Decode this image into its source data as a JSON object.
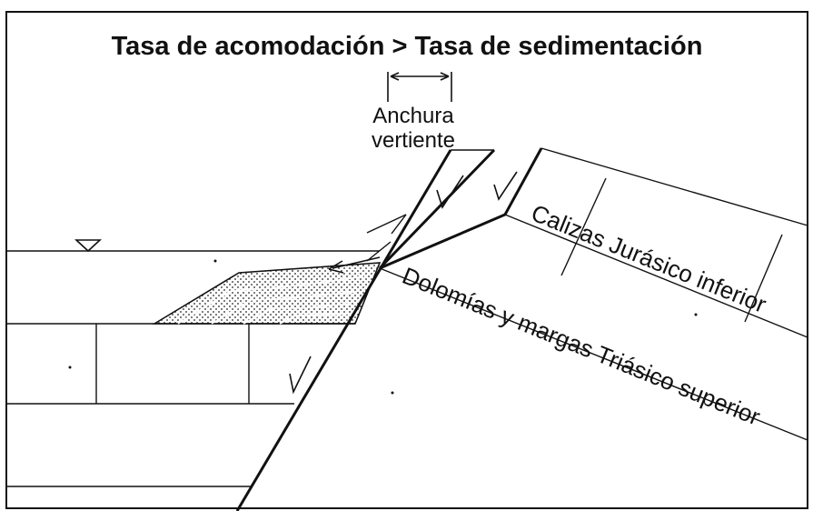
{
  "title": "Tasa de acomodación > Tasa de sedimentación",
  "labels": {
    "slope_width_line1": "Anchura",
    "slope_width_line2": "vertiente",
    "upper_unit": "Calizas Jurásico inferior",
    "lower_unit": "Dolomías y margas Triásico superior"
  },
  "colors": {
    "ink": "#111111",
    "background": "#ffffff",
    "stipple": "#222222"
  },
  "symbols": {
    "water_level": "inverted-triangle-icon",
    "fault_tick": "check-mark-icon"
  }
}
